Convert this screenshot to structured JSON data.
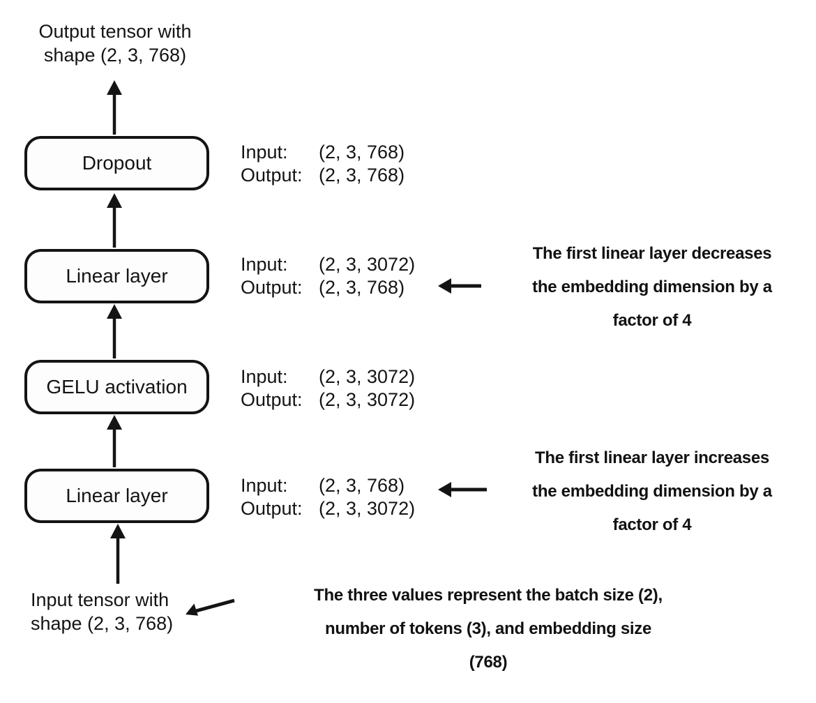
{
  "colors": {
    "ink": "#141414",
    "background": "#ffffff"
  },
  "tensor_labels": {
    "output": [
      "Output tensor with",
      "shape (2, 3, 768)"
    ],
    "input": [
      "Input tensor with",
      "shape (2, 3, 768)"
    ]
  },
  "layers": [
    {
      "name": "Dropout",
      "io": {
        "input_label": "Input:",
        "input_value": "(2, 3, 768)",
        "output_label": "Output:",
        "output_value": "(2, 3, 768)"
      }
    },
    {
      "name": "Linear layer",
      "io": {
        "input_label": "Input:",
        "input_value": "(2, 3, 3072)",
        "output_label": "Output:",
        "output_value": "(2, 3, 768)"
      }
    },
    {
      "name": "GELU activation",
      "io": {
        "input_label": "Input:",
        "input_value": "(2, 3, 3072)",
        "output_label": "Output:",
        "output_value": "(2, 3, 3072)"
      }
    },
    {
      "name": "Linear layer",
      "io": {
        "input_label": "Input:",
        "input_value": "(2, 3, 768)",
        "output_label": "Output:",
        "output_value": "(2, 3, 3072)"
      }
    }
  ],
  "annotations": [
    {
      "lines": [
        "The first linear layer decreases",
        "the embedding dimension by a",
        "factor of 4"
      ]
    },
    {
      "lines": [
        "The first linear layer increases",
        "the embedding dimension by a",
        "factor of 4"
      ]
    },
    {
      "lines": [
        "The three values represent the batch size (2),",
        "number of tokens (3), and embedding size",
        "(768)"
      ]
    }
  ]
}
